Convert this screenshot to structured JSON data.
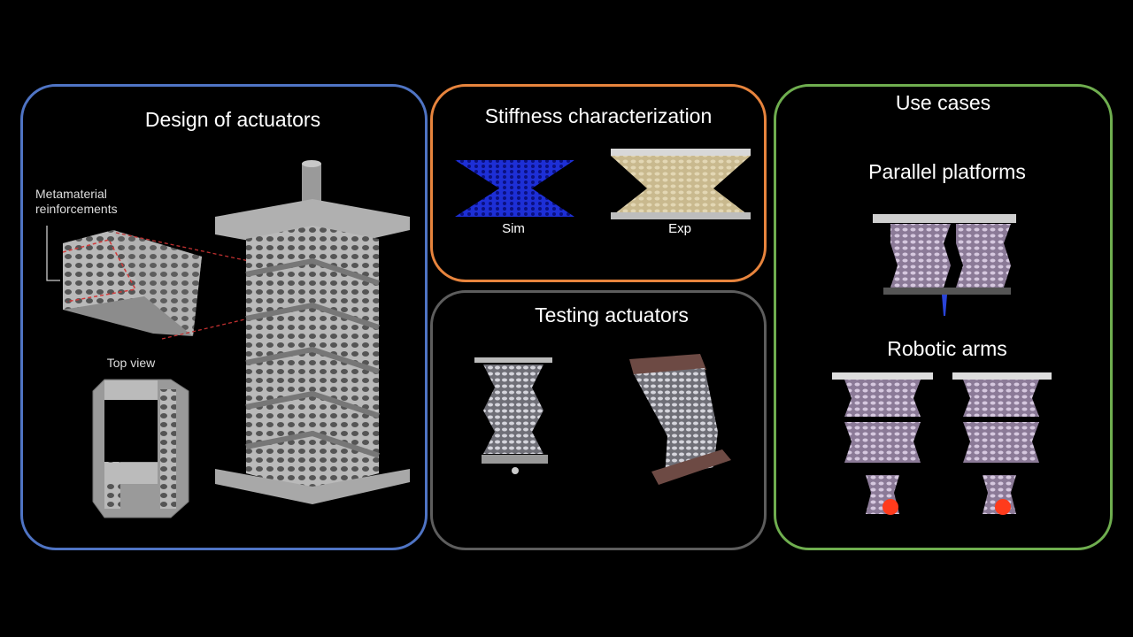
{
  "design": {
    "title": "Design of actuators",
    "callout_line1": "Metamaterial",
    "callout_line2": "reinforcements",
    "top_view_label": "Top view"
  },
  "stiffness": {
    "title": "Stiffness characterization",
    "sim_label": "Sim",
    "exp_label": "Exp"
  },
  "testing": {
    "title": "Testing actuators"
  },
  "use_cases": {
    "title": "Use cases",
    "parallel_title": "Parallel platforms",
    "robotic_title": "Robotic arms"
  },
  "colors": {
    "design_border": "#4f74c4",
    "stiffness_border": "#e7843d",
    "testing_border": "#5d5d5d",
    "use_cases_border": "#6fae4f"
  }
}
